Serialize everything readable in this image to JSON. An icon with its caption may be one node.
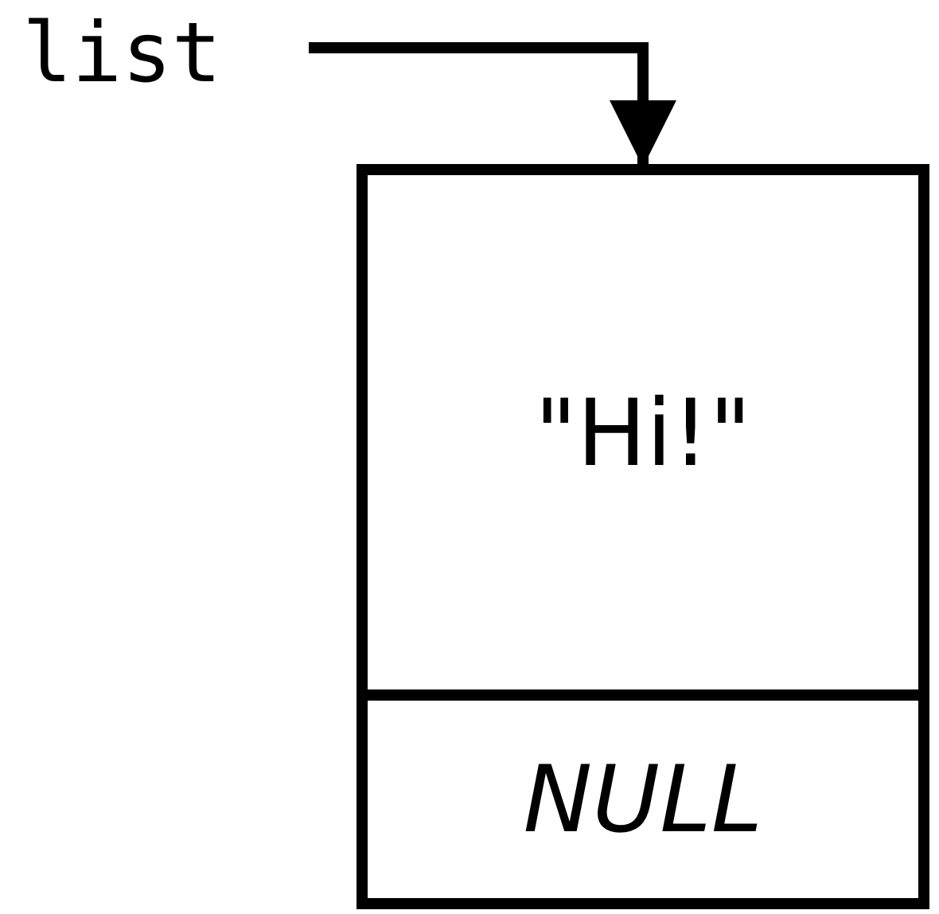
{
  "diagram": {
    "nodes": [
      {
        "text": [
          "list"
        ]
      },
      {
        "text": [
          "\"Hi!\""
        ]
      },
      {
        "text": [
          "NULL"
        ]
      }
    ],
    "edges": [
      {
        "from": 0,
        "to": 1,
        "arrow": "to"
      }
    ]
  }
}
